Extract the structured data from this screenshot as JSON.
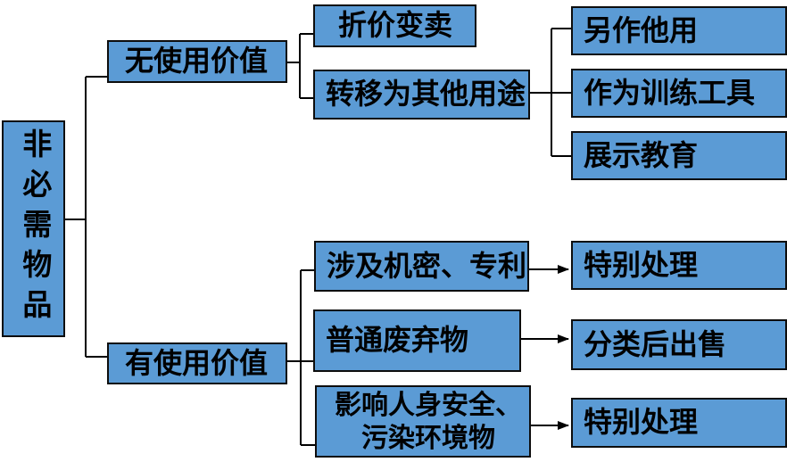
{
  "diagram_type": "classification-tree",
  "root": {
    "label": "非必需物品"
  },
  "branches": {
    "no_value": {
      "label": "无使用价值",
      "children": {
        "sell_discount": {
          "label": "折价变卖"
        },
        "transfer": {
          "label": "转移为其他用途",
          "children": {
            "other_use": {
              "label": "另作他用"
            },
            "training": {
              "label": "作为训练工具"
            },
            "education": {
              "label": "展示教育"
            }
          }
        }
      }
    },
    "has_value": {
      "label": "有使用价值",
      "children": {
        "secret_patent": {
          "label": "涉及机密、专利",
          "result": {
            "label": "特别处理"
          }
        },
        "ordinary_waste": {
          "label": "普通废弃物",
          "result": {
            "label": "分类后出售"
          }
        },
        "hazard": {
          "label": "影响人身安全、污染环境物",
          "lines": [
            "影响人身安全、",
            "污染环境物"
          ],
          "result": {
            "label": "特别处理"
          }
        }
      }
    }
  },
  "colors": {
    "node_fill": "#5B9BD5",
    "node_border": "#0d0d0d",
    "connector": "#000000",
    "text": "#000000",
    "background": "#FFFFFF"
  }
}
